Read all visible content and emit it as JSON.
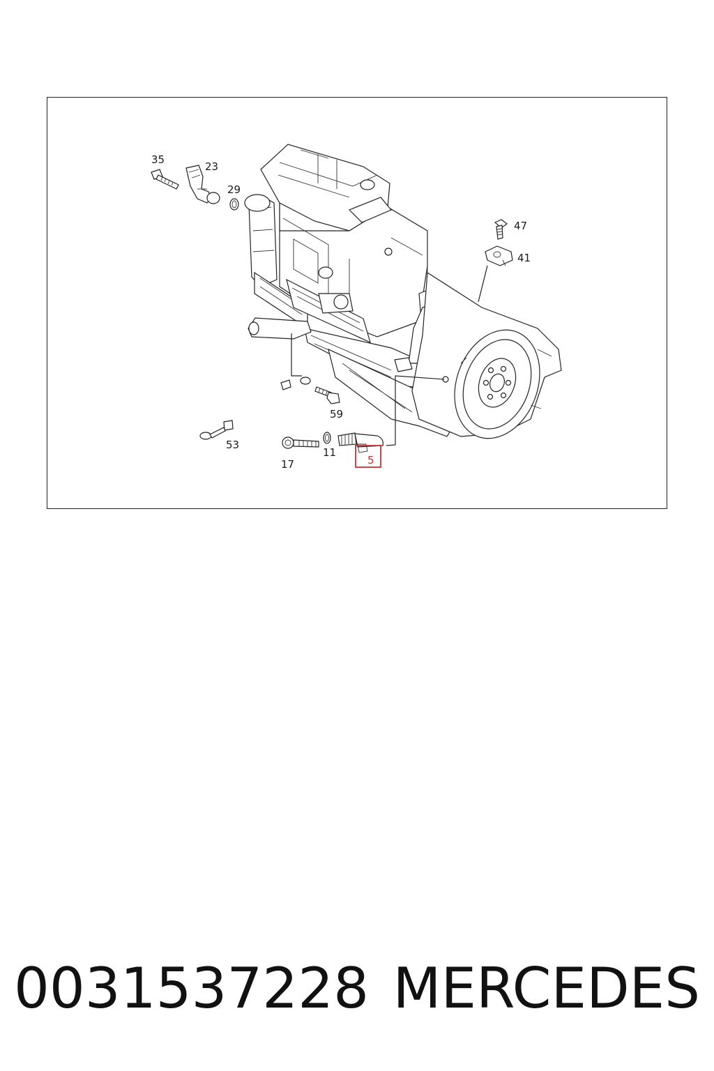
{
  "diagram": {
    "callouts": {
      "c35": "35",
      "c23": "23",
      "c29": "29",
      "c47": "47",
      "c41": "41",
      "c59": "59",
      "c53": "53",
      "c17": "17",
      "c11": "11",
      "c5": "5"
    },
    "highlighted_callout": "5",
    "highlight_color": "#d03030"
  },
  "footer": {
    "part_number": "0031537228",
    "brand": "MERCEDES"
  }
}
